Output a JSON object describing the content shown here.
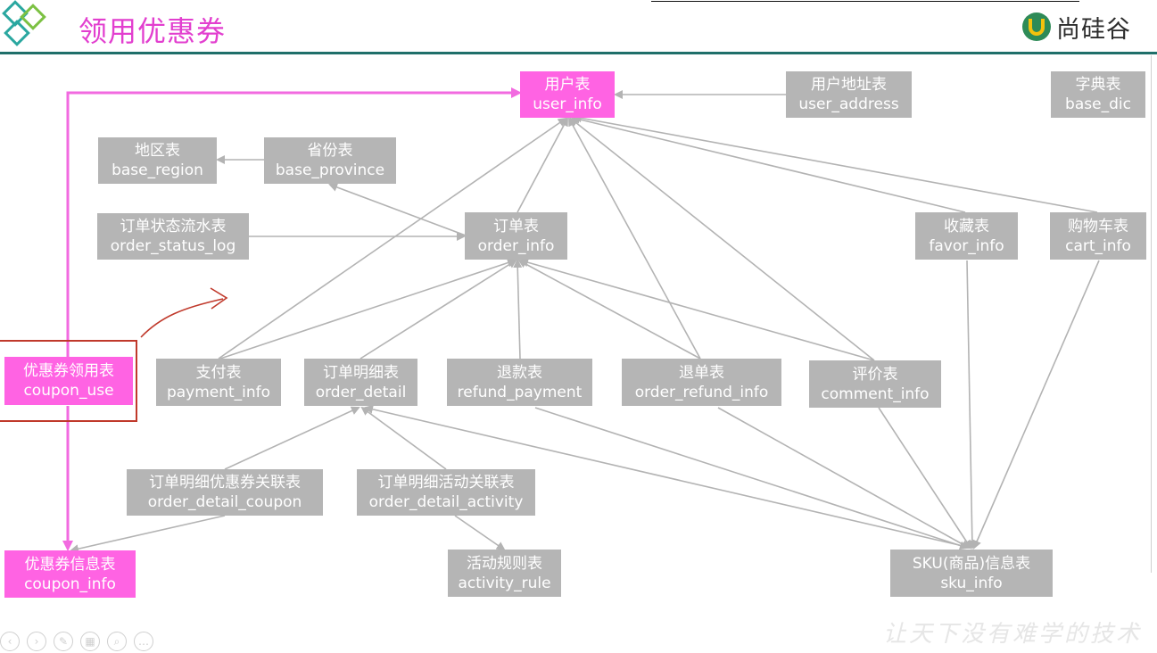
{
  "header": {
    "title": "领用优惠券",
    "brand": "尚硅谷"
  },
  "tables": {
    "user_info": {
      "cn": "用户表",
      "en": "user_info"
    },
    "user_address": {
      "cn": "用户地址表",
      "en": "user_address"
    },
    "base_dic": {
      "cn": "字典表",
      "en": "base_dic"
    },
    "base_region": {
      "cn": "地区表",
      "en": "base_region"
    },
    "base_province": {
      "cn": "省份表",
      "en": "base_province"
    },
    "order_status_log": {
      "cn": "订单状态流水表",
      "en": "order_status_log"
    },
    "order_info": {
      "cn": "订单表",
      "en": "order_info"
    },
    "favor_info": {
      "cn": "收藏表",
      "en": "favor_info"
    },
    "cart_info": {
      "cn": "购物车表",
      "en": "cart_info"
    },
    "coupon_use": {
      "cn": "优惠券领用表",
      "en": "coupon_use"
    },
    "payment_info": {
      "cn": "支付表",
      "en": "payment_info"
    },
    "order_detail": {
      "cn": "订单明细表",
      "en": "order_detail"
    },
    "refund_payment": {
      "cn": "退款表",
      "en": "refund_payment"
    },
    "order_refund_info": {
      "cn": "退单表",
      "en": "order_refund_info"
    },
    "comment_info": {
      "cn": "评价表",
      "en": "comment_info"
    },
    "order_detail_coupon": {
      "cn": "订单明细优惠券关联表",
      "en": "order_detail_coupon"
    },
    "order_detail_activity": {
      "cn": "订单明细活动关联表",
      "en": "order_detail_activity"
    },
    "coupon_info": {
      "cn": "优惠券信息表",
      "en": "coupon_info"
    },
    "activity_rule": {
      "cn": "活动规则表",
      "en": "activity_rule"
    },
    "sku_info": {
      "cn": "SKU(商品)信息表",
      "en": "sku_info"
    }
  },
  "colors": {
    "highlight": "#ff63e3",
    "node": "#b5b5b5",
    "edge": "#b3b3b3",
    "pink_edge": "#f26ae0",
    "header_bar": "#1f6f6a",
    "annotation": "#c0392b"
  },
  "footer": {
    "slogan": "让天下没有难学的技术"
  }
}
